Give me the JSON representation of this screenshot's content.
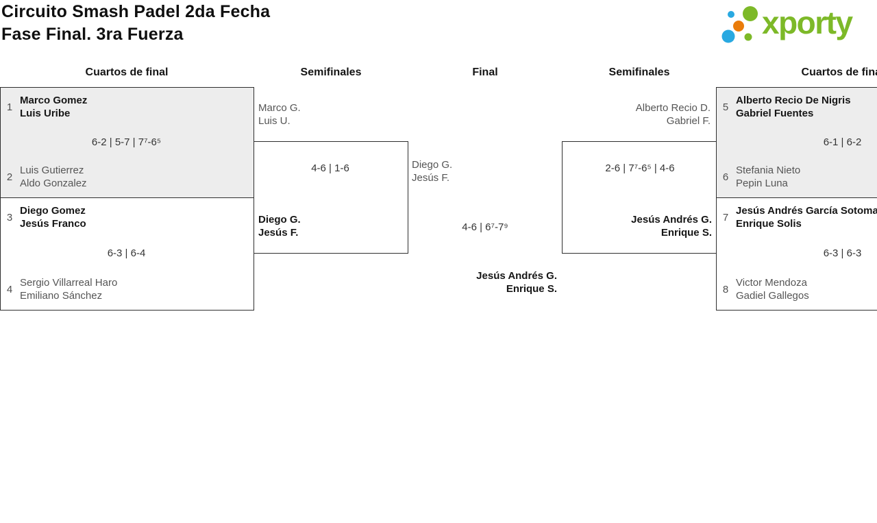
{
  "header": {
    "title_line1": "Circuito Smash Padel 2da Fecha",
    "title_line2": "Fase Final. 3ra Fuerza",
    "logo_text": "xporty"
  },
  "colors": {
    "logo_green": "#7db928",
    "logo_blue": "#29a9e1",
    "logo_orange": "#ea7c0a",
    "winner_text": "#161616",
    "loser_text": "#555555",
    "score_text": "#333333",
    "shaded_box_bg": "#ededed",
    "box_border": "#2e2e2e"
  },
  "round_labels": [
    "Cuartos de final",
    "Semifinales",
    "Final",
    "Semifinales",
    "Cuartos de final"
  ],
  "bracket": {
    "qf1": {
      "seed_top": "1",
      "team_top": [
        "Marco Gomez",
        "Luis Uribe"
      ],
      "score": "6-2 | 5-7 | 7⁷-6⁵",
      "seed_bottom": "2",
      "team_bottom": [
        "Luis Gutierrez",
        "Aldo Gonzalez"
      ]
    },
    "qf2": {
      "seed_top": "3",
      "team_top": [
        "Diego Gomez",
        "Jesús Franco"
      ],
      "score": "6-3 | 6-4",
      "seed_bottom": "4",
      "team_bottom": [
        "Sergio Villarreal Haro",
        "Emiliano Sánchez"
      ]
    },
    "qf3": {
      "seed_top": "5",
      "team_top": [
        "Alberto Recio De Nigris",
        "Gabriel Fuentes"
      ],
      "score": "6-1 | 6-2",
      "seed_bottom": "6",
      "team_bottom": [
        "Stefania Nieto",
        "Pepin Luna"
      ]
    },
    "qf4": {
      "seed_top": "7",
      "team_top": [
        "Jesús Andrés García Sotoma",
        "Enrique Solis"
      ],
      "score": "6-3 | 6-3",
      "seed_bottom": "8",
      "team_bottom": [
        "Victor Mendoza",
        "Gadiel Gallegos"
      ]
    },
    "sf1": {
      "entrant_top": [
        "Marco G.",
        "Luis U."
      ],
      "score": "4-6 | 1-6",
      "winner": [
        "Diego G.",
        "Jesús F."
      ]
    },
    "sf2": {
      "entrant_top": [
        "Alberto Recio D.",
        "Gabriel F."
      ],
      "score": "2-6 | 7⁷-6⁵ | 4-6",
      "winner": [
        "Jesús Andrés G.",
        "Enrique S."
      ]
    },
    "final": {
      "team_top": [
        "Diego G.",
        "Jesús F."
      ],
      "score": "4-6 | 6⁷-7⁹",
      "winner": [
        "Jesús Andrés G.",
        "Enrique S."
      ]
    }
  }
}
